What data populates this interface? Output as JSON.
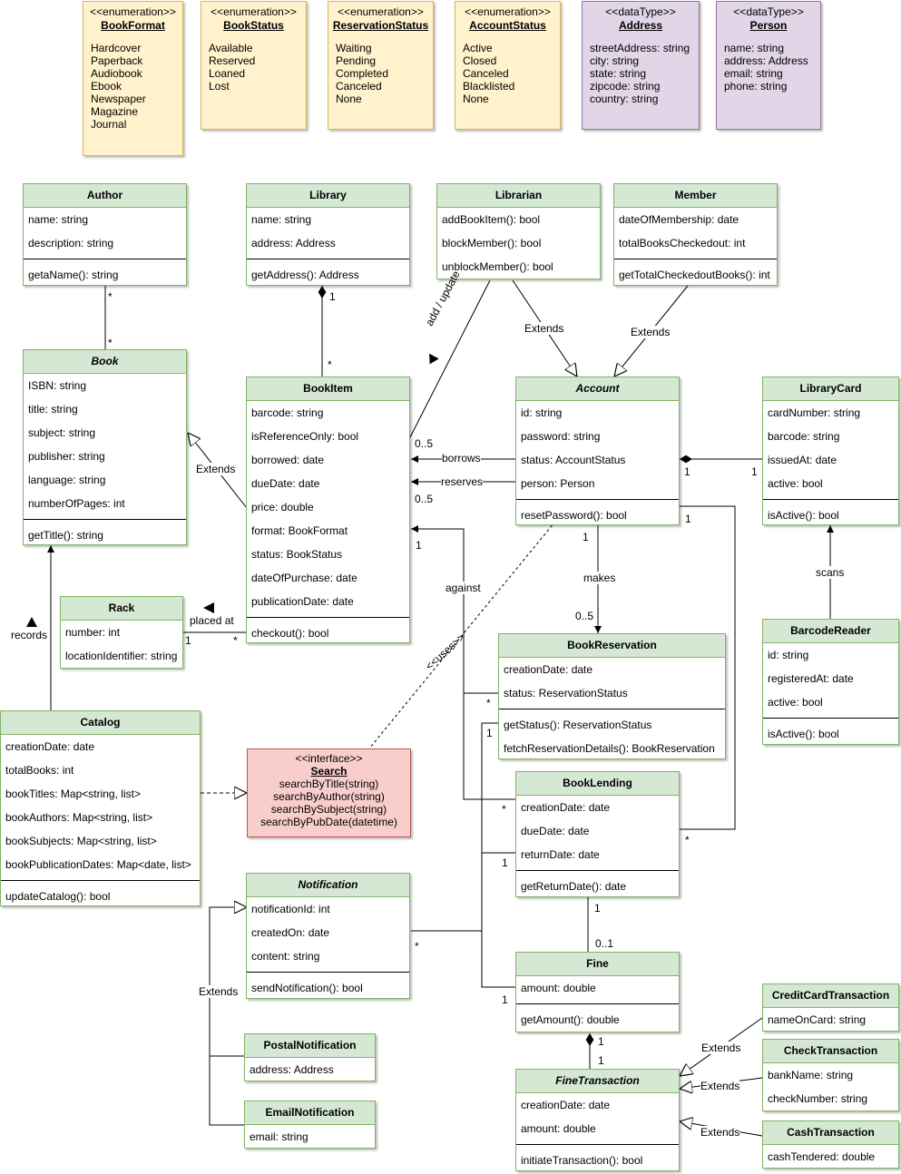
{
  "enums": [
    {
      "id": "bookformat",
      "stereotype": "<<enumeration>>",
      "name": "BookFormat",
      "items": [
        "Hardcover",
        "Paperback",
        "Audiobook",
        "Ebook",
        "Newspaper",
        "Magazine",
        "Journal"
      ]
    },
    {
      "id": "bookstatus",
      "stereotype": "<<enumeration>>",
      "name": "BookStatus",
      "items": [
        "Available",
        "Reserved",
        "Loaned",
        "Lost"
      ]
    },
    {
      "id": "reservationstatus",
      "stereotype": "<<enumeration>>",
      "name": "ReservationStatus",
      "items": [
        "Waiting",
        "Pending",
        "Completed",
        "Canceled",
        "None"
      ]
    },
    {
      "id": "accountstatus",
      "stereotype": "<<enumeration>>",
      "name": "AccountStatus",
      "items": [
        "Active",
        "Closed",
        "Canceled",
        "Blacklisted",
        "None"
      ]
    },
    {
      "id": "address",
      "stereotype": "<<dataType>>",
      "name": "Address",
      "items": [
        "streetAddress: string",
        "city: string",
        "state: string",
        "zipcode: string",
        "country: string"
      ]
    },
    {
      "id": "person",
      "stereotype": "<<dataType>>",
      "name": "Person",
      "items": [
        "name: string",
        "address: Address",
        "email: string",
        "phone: string"
      ]
    }
  ],
  "classes": {
    "author": {
      "name": "Author",
      "attributes": [
        "name: string",
        "description: string"
      ],
      "methods": [
        "getaName(): string"
      ]
    },
    "library": {
      "name": "Library",
      "attributes": [
        "name: string",
        "address: Address"
      ],
      "methods": [
        "getAddress(): Address"
      ]
    },
    "librarian": {
      "name": "Librarian",
      "attributes": [
        "addBookItem(): bool",
        "blockMember(): bool",
        "unblockMember(): bool"
      ],
      "methods": []
    },
    "member": {
      "name": "Member",
      "attributes": [
        "dateOfMembership: date",
        "totalBooksCheckedout: int"
      ],
      "methods": [
        "getTotalCheckedoutBooks(): int"
      ]
    },
    "book": {
      "name": "Book",
      "attributes": [
        "ISBN: string",
        "title: string",
        "subject: string",
        "publisher: string",
        "language: string",
        "numberOfPages: int"
      ],
      "methods": [
        "getTitle(): string"
      ]
    },
    "bookitem": {
      "name": "BookItem",
      "attributes": [
        "barcode: string",
        "isReferenceOnly: bool",
        "borrowed: date",
        "dueDate: date",
        "price: double",
        "format: BookFormat",
        "status: BookStatus",
        "dateOfPurchase: date",
        "publicationDate: date"
      ],
      "methods": [
        "checkout(): bool"
      ]
    },
    "account": {
      "name": "Account",
      "attributes": [
        "id: string",
        "password: string",
        "status: AccountStatus",
        "person: Person"
      ],
      "methods": [
        "resetPassword(): bool"
      ]
    },
    "librarycard": {
      "name": "LibraryCard",
      "attributes": [
        "cardNumber: string",
        "barcode: string",
        "issuedAt: date",
        "active: bool"
      ],
      "methods": [
        "isActive(): bool"
      ]
    },
    "rack": {
      "name": "Rack",
      "attributes": [
        "number: int",
        "locationIdentifier: string"
      ],
      "methods": []
    },
    "bookreservation": {
      "name": "BookReservation",
      "attributes": [
        "creationDate: date",
        "status: ReservationStatus"
      ],
      "methods": [
        "getStatus(): ReservationStatus",
        "fetchReservationDetails(): BookReservation"
      ]
    },
    "barcodereader": {
      "name": "BarcodeReader",
      "attributes": [
        "id: string",
        "registeredAt: date",
        "active: bool"
      ],
      "methods": [
        "isActive(): bool"
      ]
    },
    "catalog": {
      "name": "Catalog",
      "attributes": [
        "creationDate: date",
        "totalBooks: int",
        "bookTitles: Map<string, list>",
        "bookAuthors: Map<string, list>",
        "bookSubjects: Map<string, list>",
        "bookPublicationDates: Map<date, list>"
      ],
      "methods": [
        "updateCatalog(): bool"
      ]
    },
    "booklending": {
      "name": "BookLending",
      "attributes": [
        "creationDate: date",
        "dueDate: date",
        "returnDate: date"
      ],
      "methods": [
        "getReturnDate(): date"
      ]
    },
    "notification": {
      "name": "Notification",
      "attributes": [
        "notificationId: int",
        "createdOn: date",
        "content: string"
      ],
      "methods": [
        "sendNotification(): bool"
      ]
    },
    "fine": {
      "name": "Fine",
      "attributes": [
        "amount: double"
      ],
      "methods": [
        "getAmount(): double"
      ]
    },
    "postalnotification": {
      "name": "PostalNotification",
      "attributes": [
        "address: Address"
      ],
      "methods": []
    },
    "emailnotification": {
      "name": "EmailNotification",
      "attributes": [
        "email: string"
      ],
      "methods": []
    },
    "finetransaction": {
      "name": "FineTransaction",
      "attributes": [
        "creationDate: date",
        "amount: double"
      ],
      "methods": [
        "initiateTransaction(): bool"
      ]
    },
    "creditcardtransaction": {
      "name": "CreditCardTransaction",
      "attributes": [
        "nameOnCard: string"
      ],
      "methods": []
    },
    "checktransaction": {
      "name": "CheckTransaction",
      "attributes": [
        "bankName: string",
        "checkNumber: string"
      ],
      "methods": []
    },
    "cashtransaction": {
      "name": "CashTransaction",
      "attributes": [
        "cashTendered: double"
      ],
      "methods": []
    }
  },
  "interface": {
    "stereotype": "<<interface>>",
    "name": "Search",
    "methods": [
      "searchByTitle(string)",
      "searchByAuthor(string)",
      "searchBySubject(string)",
      "searchByPubDate(datetime)"
    ]
  },
  "labels": {
    "extends": "Extends",
    "add_update": "add / update",
    "borrows": "borrows",
    "reserves": "reserves",
    "makes": "makes",
    "against": "against",
    "uses": "<<uses>>",
    "placed_at": "placed at",
    "records": "records",
    "scans": "scans"
  },
  "multiplicities": {
    "star": "*",
    "one": "1",
    "zero_five": "0..5",
    "zero_one": "0..1"
  },
  "colors": {
    "class_fill": "#d5e8d4",
    "class_border": "#82b366",
    "enum_fill": "#fff2cc",
    "enum_border": "#d6b656",
    "datatype_fill": "#e1d5e7",
    "datatype_border": "#9673a6",
    "interface_fill": "#f8cecc",
    "interface_border": "#b85450"
  }
}
